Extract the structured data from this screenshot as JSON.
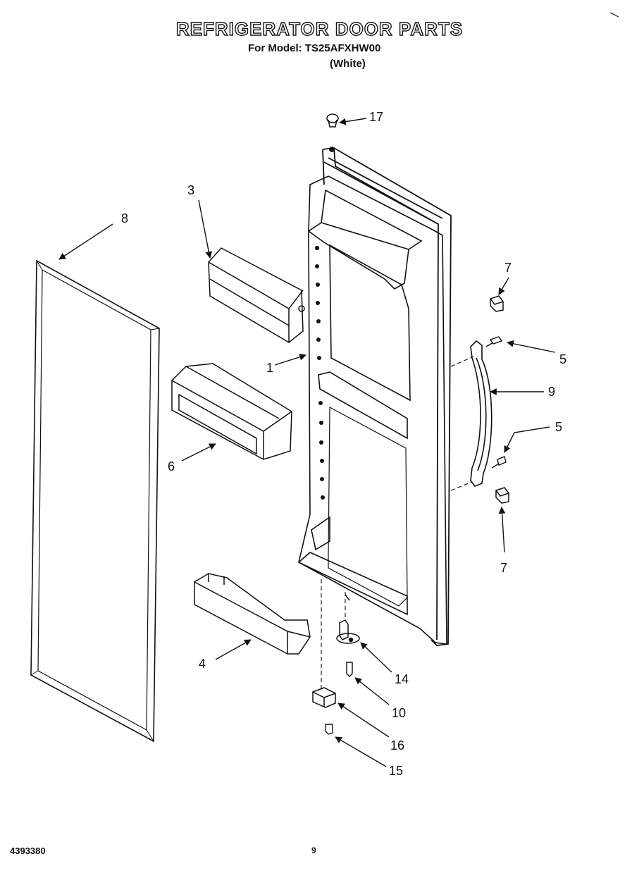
{
  "header": {
    "title": "REFRIGERATOR DOOR PARTS",
    "model_line": "For Model: TS25AFXHW00",
    "color_line": "(White)"
  },
  "footer": {
    "document_number": "4393380",
    "page_number": "9"
  },
  "callouts": {
    "c1": "1",
    "c3": "3",
    "c4": "4",
    "c5a": "5",
    "c5b": "5",
    "c6": "6",
    "c7a": "7",
    "c7b": "7",
    "c8": "8",
    "c9": "9",
    "c10": "10",
    "c14": "14",
    "c15": "15",
    "c16": "16",
    "c17": "17"
  }
}
